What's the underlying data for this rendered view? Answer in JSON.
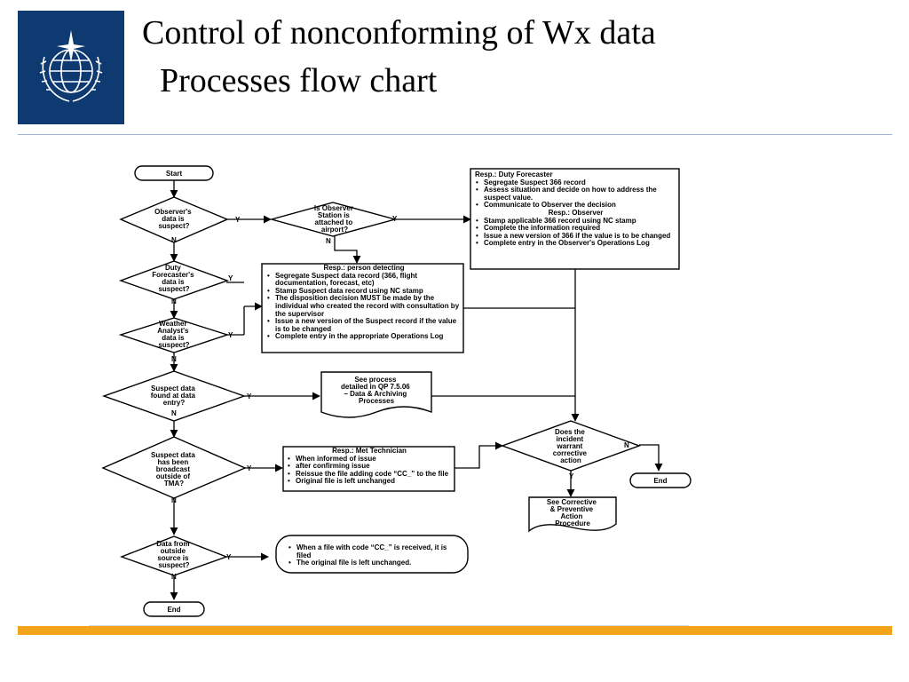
{
  "title": {
    "line1": "Control of nonconforming of Wx data",
    "line2": "Processes flow chart"
  },
  "logo": {
    "icon": "wmo-emblem-icon",
    "background": "#0e3a71"
  },
  "colors": {
    "accent_bar": "#f2a51a",
    "divider": "#9fb4d2"
  },
  "flow": {
    "start": "Start",
    "end_main": "End",
    "end_side": "End",
    "yes": "Y",
    "no": "N",
    "decisions": {
      "observer_suspect": [
        "Observer's",
        "data is",
        "suspect?"
      ],
      "station_airport": [
        "Is Observer",
        "Station is",
        "attached to",
        "airport?"
      ],
      "forecaster_suspect": [
        "Duty",
        "Forecaster's",
        "data is",
        "suspect?"
      ],
      "analyst_suspect": [
        "Weather",
        "Analyst's",
        "data is",
        "suspect?"
      ],
      "data_entry": [
        "Suspect data",
        "found at data",
        "entry?"
      ],
      "broadcast": [
        "Suspect data",
        "has been",
        "broadcast",
        "outside of",
        "TMA?"
      ],
      "outside_source": [
        "Data from",
        "outside",
        "source is",
        "suspect?"
      ],
      "corrective": [
        "Does the",
        "incident",
        "warrant",
        "corrective",
        "action"
      ]
    },
    "see_process": [
      "See process",
      "detailed in QP 7.5.06",
      "– Data & Archiving",
      "Processes"
    ],
    "see_corrective": [
      "See Corrective",
      "& Preventive",
      "Action",
      "Procedure"
    ],
    "duty_forecaster_box": {
      "header": "Resp.: Duty Forecaster",
      "items_a": [
        "Segregate Suspect 366 record",
        "Assess situation and decide on how to address the suspect value.",
        "Communicate to Observer the decision"
      ],
      "subheader": "Resp.: Observer",
      "items_b": [
        "Stamp applicable 366 record using NC stamp",
        "Complete the information required",
        "Issue a new version of 366 if the value is to be changed",
        "Complete entry in the Observer's Operations Log"
      ]
    },
    "person_detecting_box": {
      "header": "Resp.: person detecting",
      "items": [
        "Segregate Suspect data record (366, flight documentation, forecast, etc)",
        "Stamp Suspect data record using NC stamp",
        "The disposition decision MUST be made by the individual who created the record with consultation by the supervisor",
        "Issue a new version of the Suspect record if the value is to be changed",
        "Complete entry in the appropriate Operations Log"
      ]
    },
    "met_technician_box": {
      "header": "Resp.: Met Technician",
      "items": [
        "When informed of issue",
        "after confirming issue",
        "Reissue the file adding code “CC_” to the file",
        "Original file is left unchanged"
      ]
    },
    "cc_file_box": {
      "items": [
        "When a file with code “CC_” is received, it is filed",
        "The original file is left unchanged."
      ]
    }
  }
}
